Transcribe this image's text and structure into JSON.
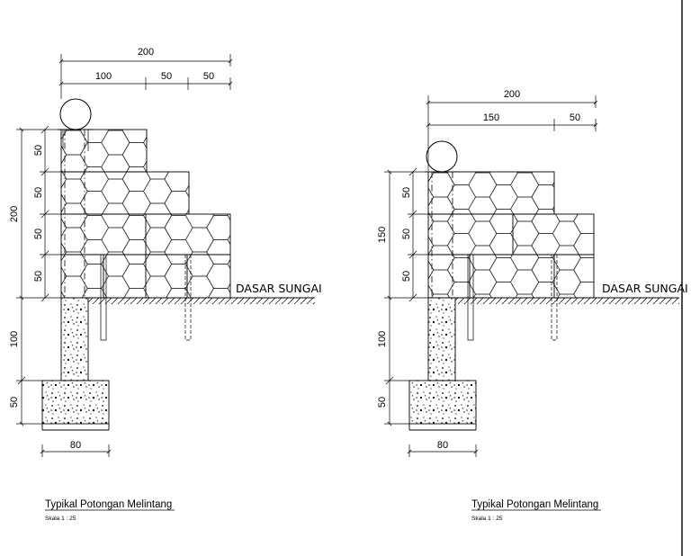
{
  "left": {
    "dims": {
      "total_width": "200",
      "width_a": "100",
      "width_b": "50",
      "width_c": "50",
      "total_height": "200",
      "layer_1": "50",
      "layer_2": "50",
      "layer_3": "50",
      "layer_4": "50",
      "wall_height": "100",
      "footing_height": "50",
      "footing_width": "80"
    },
    "river_bed_label": "DASAR SUNGAI",
    "title": "Typikal Potongan Melintang",
    "scale": "Skala 1 : 25"
  },
  "right": {
    "dims": {
      "total_width": "200",
      "width_a": "150",
      "width_b": "50",
      "total_height": "150",
      "layer_1": "50",
      "layer_2": "50",
      "layer_3": "50",
      "wall_height": "100",
      "footing_height": "50",
      "footing_width": "80"
    },
    "river_bed_label": "DASAR SUNGAI",
    "title": "Typikal Potongan Melintang",
    "scale": "Skala 1 : 25"
  }
}
